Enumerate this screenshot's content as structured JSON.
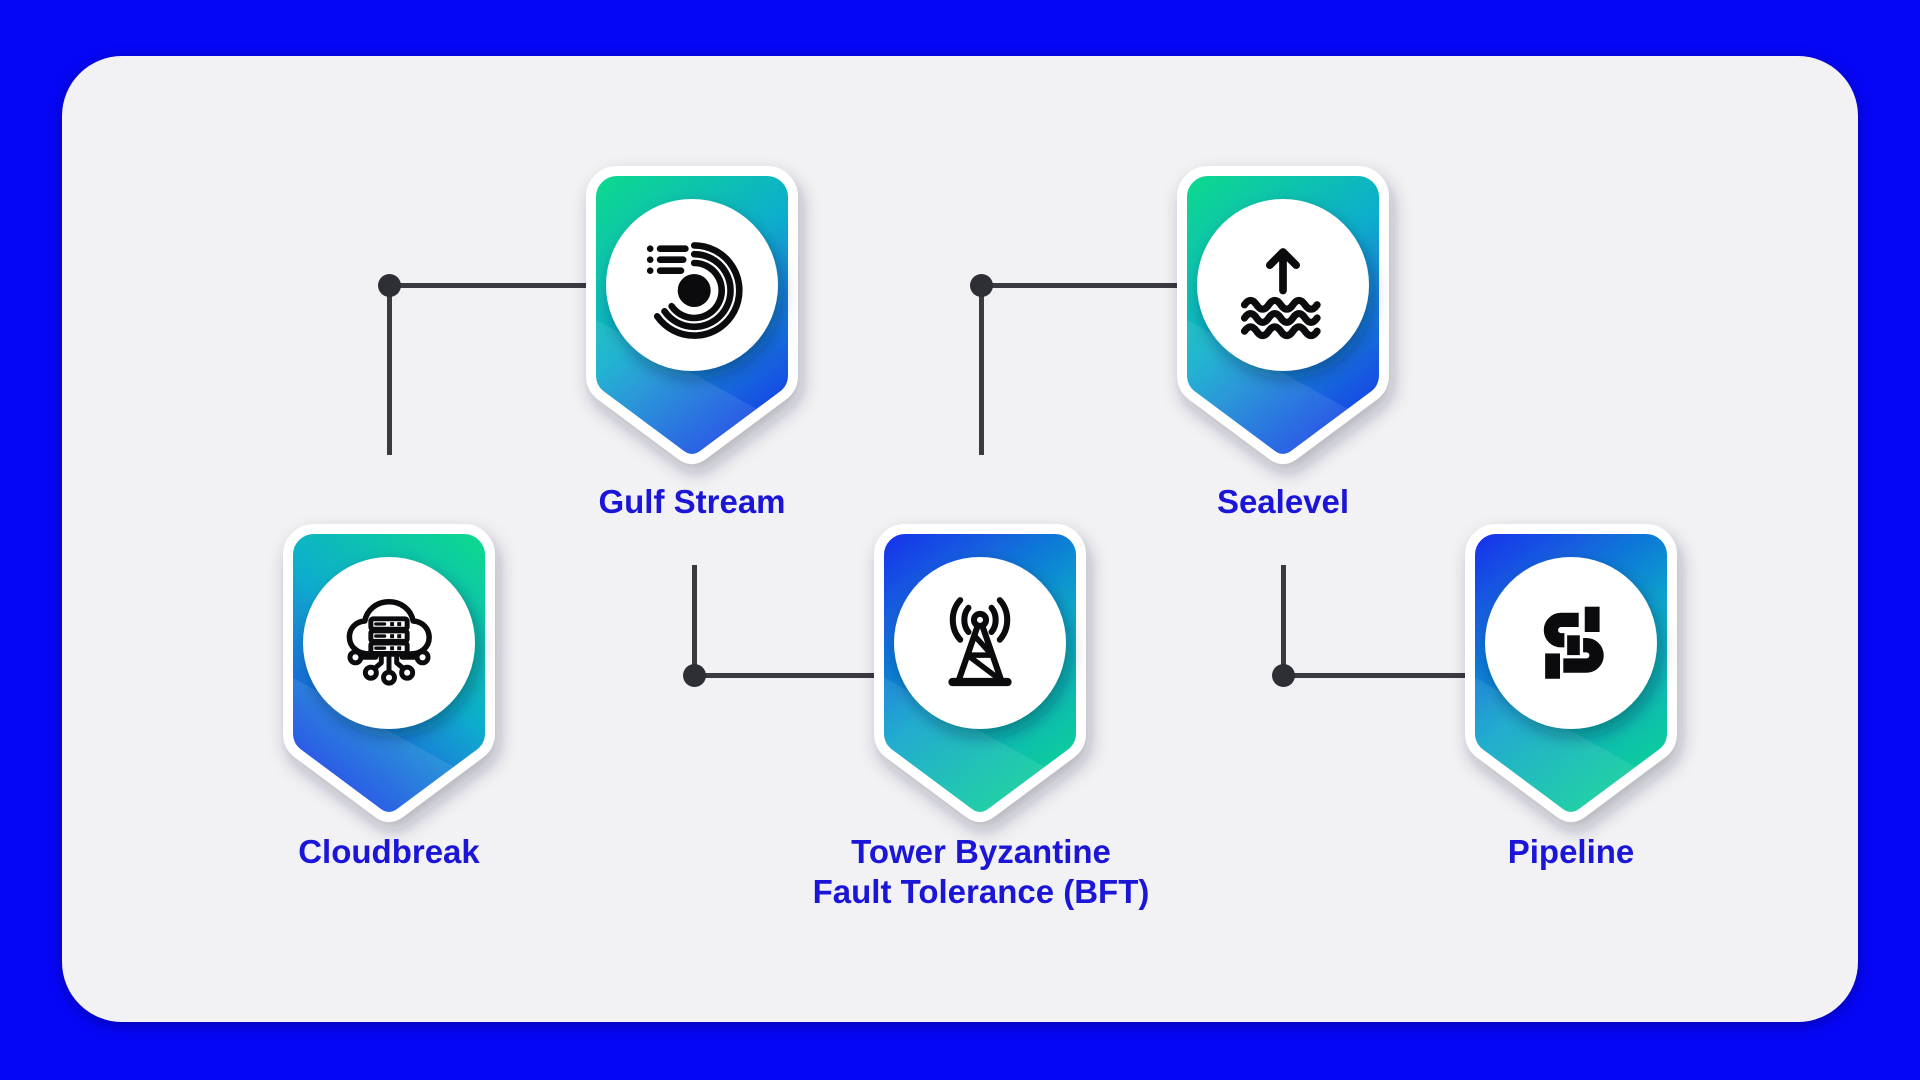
{
  "colors": {
    "background": "#0606f6",
    "panel": "#f2f2f4",
    "label_text": "#1b15d8",
    "connector": "#3a3a41",
    "gradient_green": "#0be084",
    "gradient_teal": "#11adcd",
    "gradient_blue": "#1532ea"
  },
  "badges": {
    "gulf_stream": {
      "label": "Gulf Stream",
      "icon": "record-disc-icon"
    },
    "sealevel": {
      "label": "Sealevel",
      "icon": "sea-level-rise-icon"
    },
    "cloudbreak": {
      "label": "Cloudbreak",
      "icon": "cloud-server-network-icon"
    },
    "tower_bft": {
      "label_line1": "Tower Byzantine",
      "label_line2": "Fault Tolerance (BFT)",
      "icon": "radio-tower-icon"
    },
    "pipeline": {
      "label": "Pipeline",
      "icon": "pipe-s-icon"
    }
  }
}
